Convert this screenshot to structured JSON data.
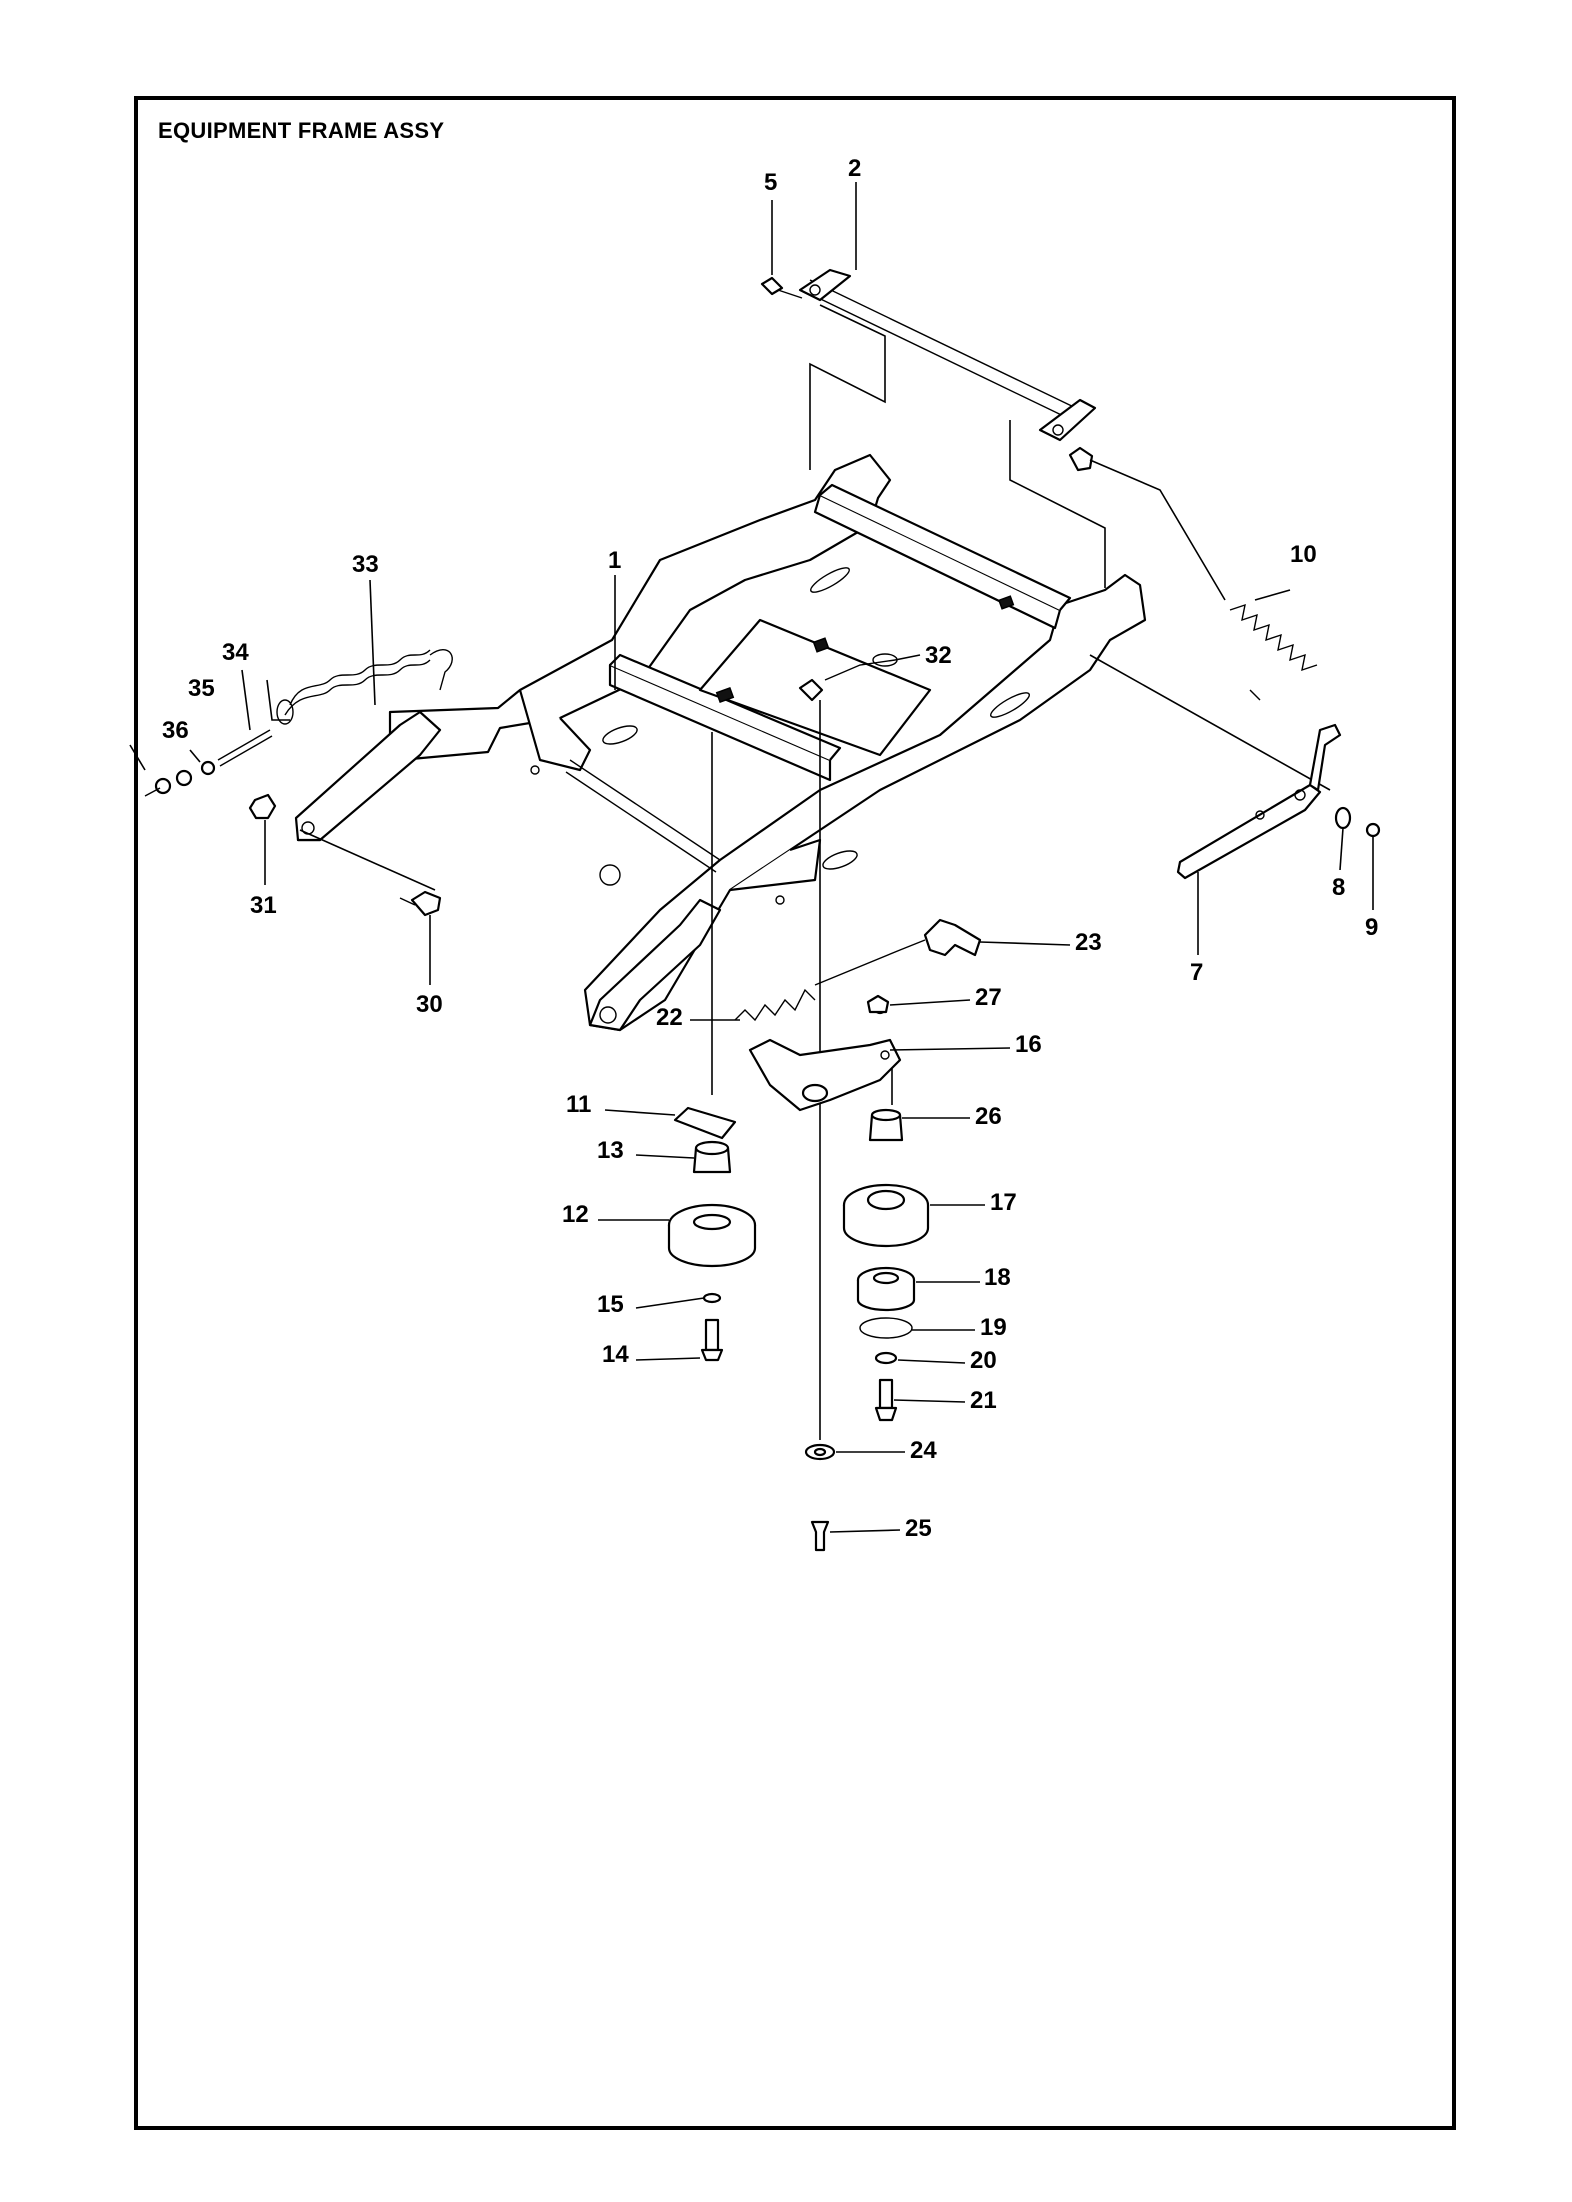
{
  "title": "EQUIPMENT FRAME ASSY",
  "callouts": [
    {
      "id": "c1",
      "text": "1"
    },
    {
      "id": "c2",
      "text": "2"
    },
    {
      "id": "c5",
      "text": "5"
    },
    {
      "id": "c7",
      "text": "7"
    },
    {
      "id": "c8",
      "text": "8"
    },
    {
      "id": "c9",
      "text": "9"
    },
    {
      "id": "c10",
      "text": "10"
    },
    {
      "id": "c11",
      "text": "11"
    },
    {
      "id": "c12",
      "text": "12"
    },
    {
      "id": "c13",
      "text": "13"
    },
    {
      "id": "c14",
      "text": "14"
    },
    {
      "id": "c15",
      "text": "15"
    },
    {
      "id": "c16",
      "text": "16"
    },
    {
      "id": "c17",
      "text": "17"
    },
    {
      "id": "c18",
      "text": "18"
    },
    {
      "id": "c19",
      "text": "19"
    },
    {
      "id": "c20",
      "text": "20"
    },
    {
      "id": "c21",
      "text": "21"
    },
    {
      "id": "c22",
      "text": "22"
    },
    {
      "id": "c23",
      "text": "23"
    },
    {
      "id": "c24",
      "text": "24"
    },
    {
      "id": "c25",
      "text": "25"
    },
    {
      "id": "c26",
      "text": "26"
    },
    {
      "id": "c27",
      "text": "27"
    },
    {
      "id": "c30",
      "text": "30"
    },
    {
      "id": "c31",
      "text": "31"
    },
    {
      "id": "c32",
      "text": "32"
    },
    {
      "id": "c33",
      "text": "33"
    },
    {
      "id": "c34",
      "text": "34"
    },
    {
      "id": "c35",
      "text": "35"
    },
    {
      "id": "c36",
      "text": "36"
    }
  ]
}
